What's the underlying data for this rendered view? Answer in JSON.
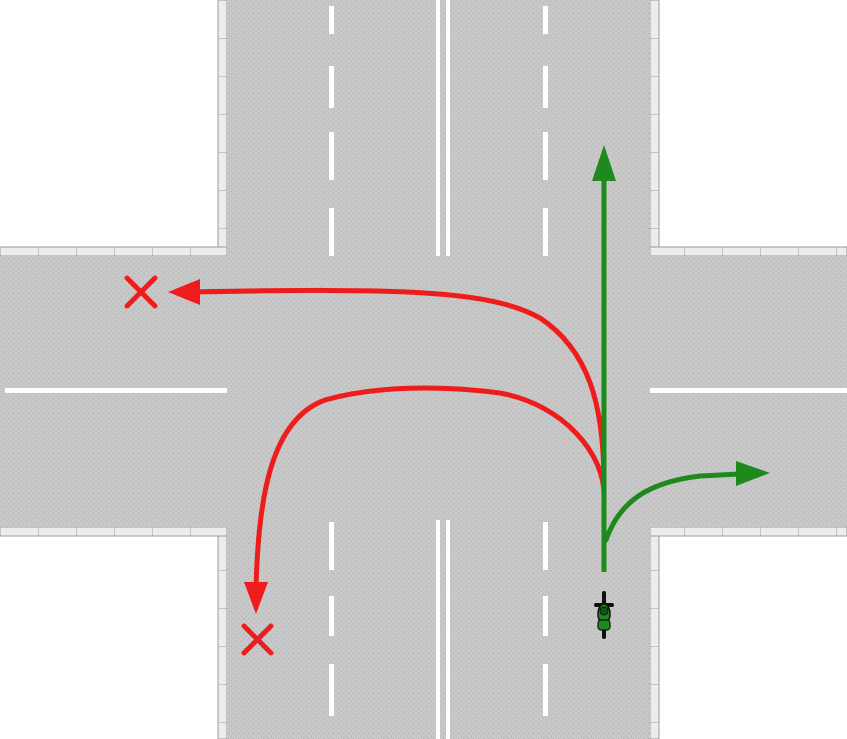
{
  "scene": {
    "type": "road-intersection",
    "roads": [
      "north",
      "south",
      "east",
      "west"
    ],
    "vehicle": {
      "kind": "motorcycle",
      "approach": "south",
      "lane": "right"
    },
    "colors": {
      "asphalt": "#c8c8c8",
      "asphalt_speck": "#a9a9a9",
      "curb": "#9a9a9a",
      "curb_edge": "#ececec",
      "marking": "#ffffff",
      "allowed": "#1e8a1e",
      "forbidden": "#ee1c1c",
      "background": "#ffffff"
    }
  },
  "maneuvers": [
    {
      "name": "straight",
      "allowed": true
    },
    {
      "name": "right-turn",
      "allowed": true
    },
    {
      "name": "left-turn",
      "allowed": false
    },
    {
      "name": "u-turn",
      "allowed": false
    }
  ],
  "icons": {
    "allowed": "arrow",
    "forbidden": "x-mark"
  }
}
